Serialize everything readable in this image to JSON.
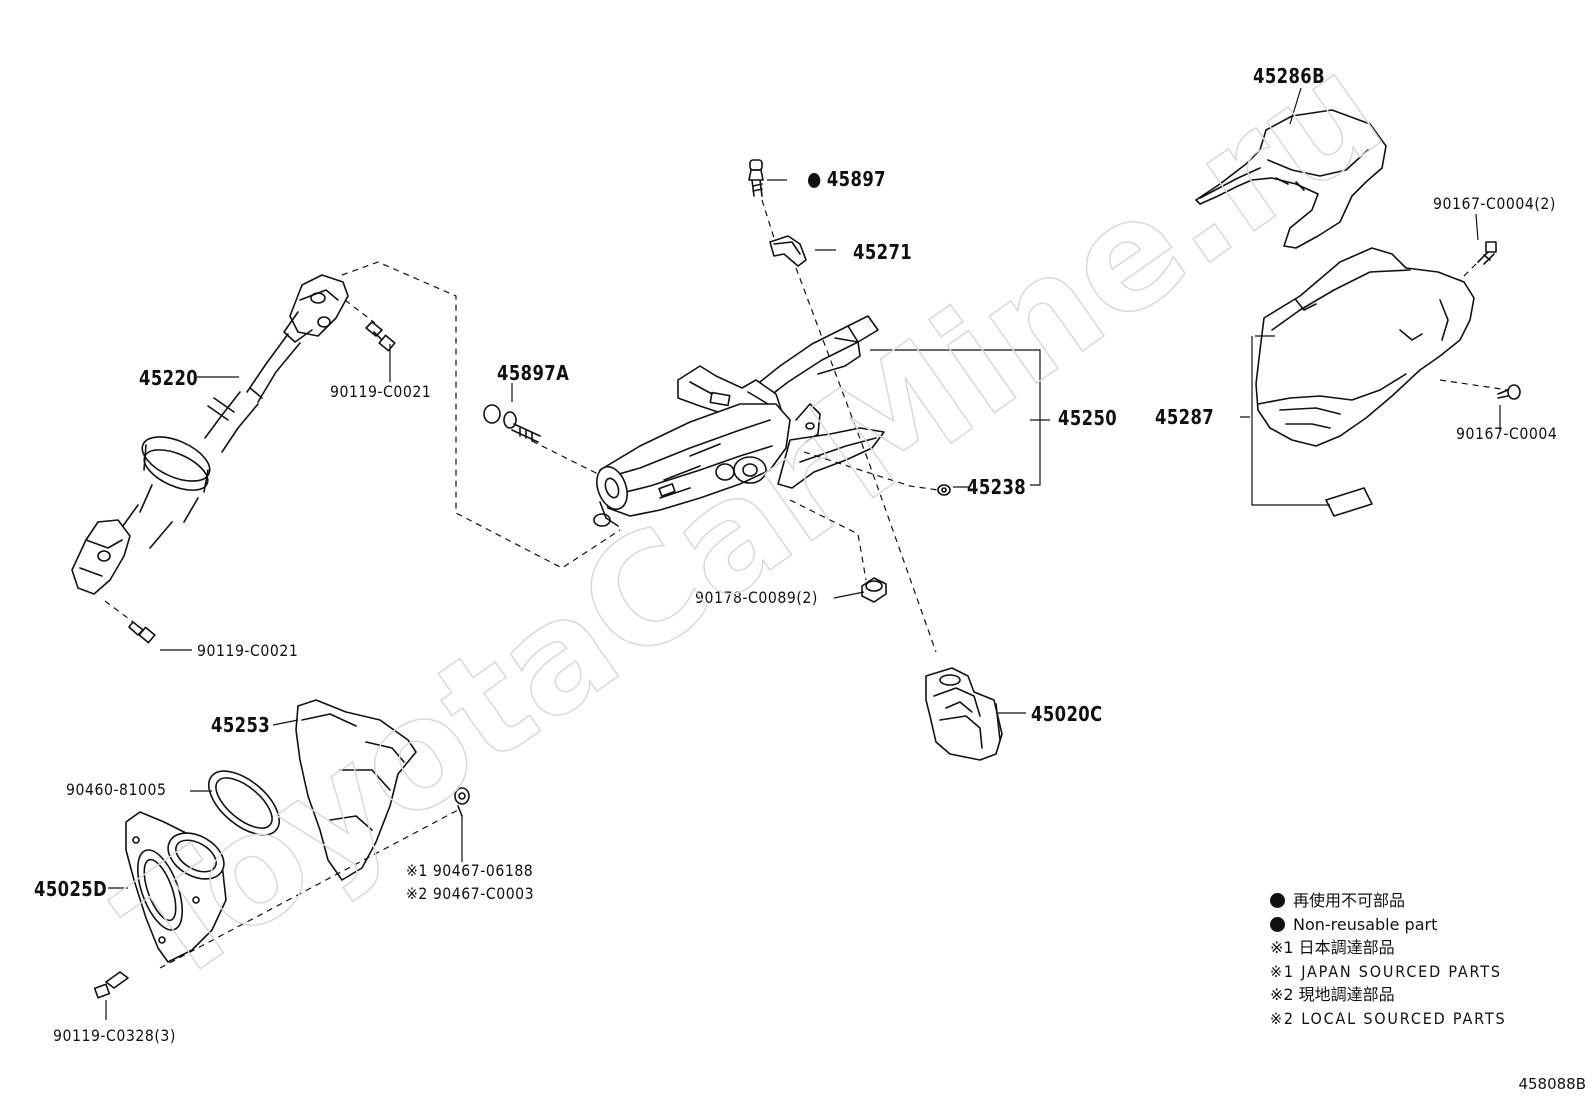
{
  "diagram": {
    "figure_id": "458088B",
    "watermark": "ToyotaCarMine.ru",
    "parts": {
      "p45286B": "45286B",
      "p45897": "45897",
      "p45271": "45271",
      "p90167_C0004_2": "90167-C0004(2)",
      "p45220": "45220",
      "p90119_C0021_top": "90119-C0021",
      "p45897A": "45897A",
      "p45250": "45250",
      "p45287": "45287",
      "p90167_C0004": "90167-C0004",
      "p45238": "45238",
      "p90178_C0089_2": "90178-C0089(2)",
      "p90119_C0021_bottom": "90119-C0021",
      "p45020C": "45020C",
      "p45253": "45253",
      "p90460_81005": "90460-81005",
      "p90467_06188": "※1 90467-06188",
      "p90467_C0003": "※2 90467-C0003",
      "p45025D": "45025D",
      "p90119_C0328_3": "90119-C0328(3)"
    },
    "legend": {
      "non_reusable_jp": "再使用不可部品",
      "non_reusable_en": "Non-reusable part",
      "japan_sourced_jp": "※1 日本調達部品",
      "japan_sourced_en": "※1 JAPAN SOURCED PARTS",
      "local_sourced_jp": "※2 現地調達部品",
      "local_sourced_en": "※2 LOCAL SOURCED PARTS"
    }
  }
}
